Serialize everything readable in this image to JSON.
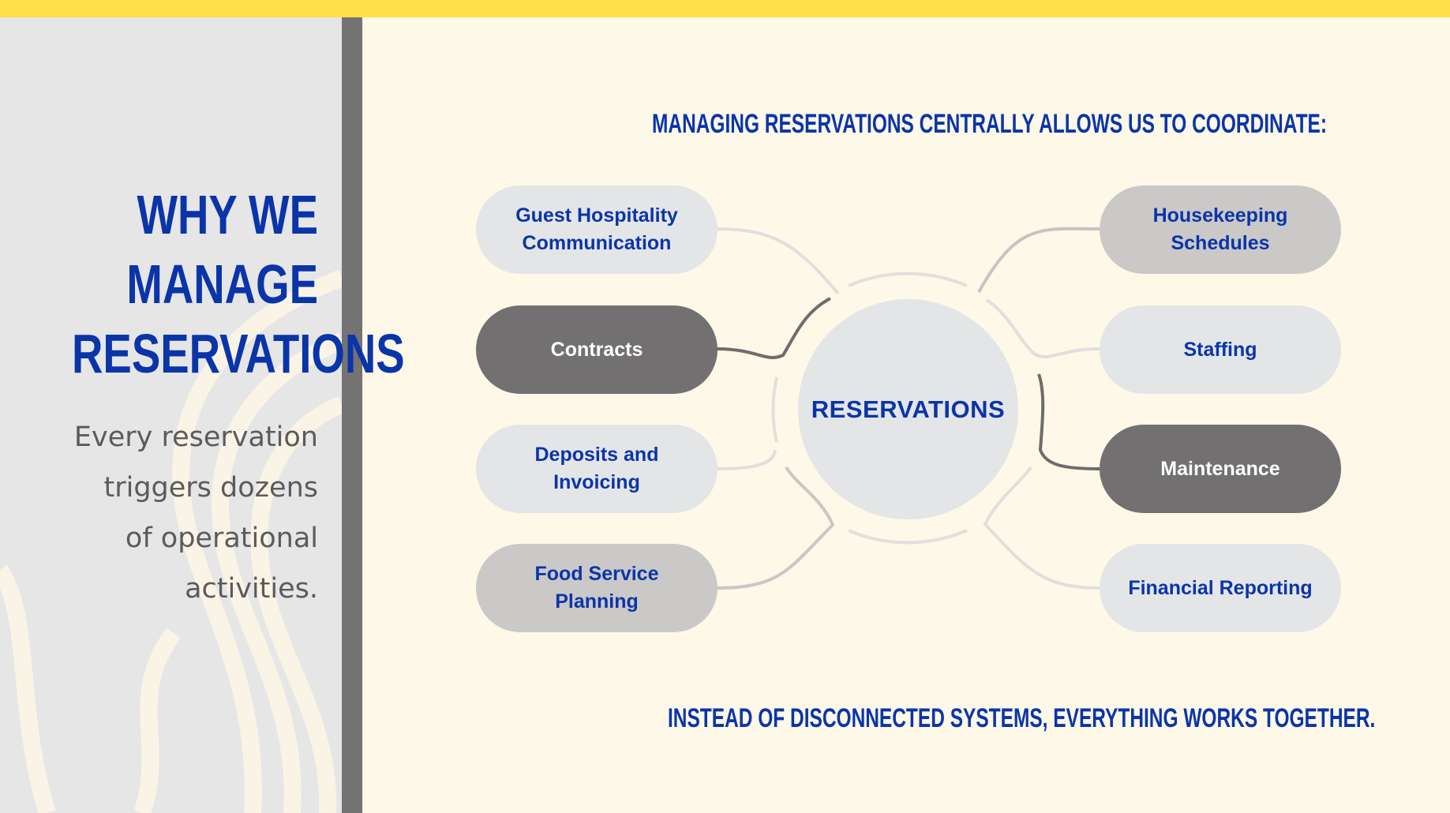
{
  "left": {
    "title_lines": [
      "WHY WE",
      "MANAGE",
      "RESERVATIONS"
    ],
    "body_lines": [
      "Every reservation",
      "triggers dozens",
      "of operational",
      "activities."
    ]
  },
  "headline": "MANAGING RESERVATIONS CENTRALLY ALLOWS US TO COORDINATE:",
  "hub": {
    "label": "RESERVATIONS"
  },
  "nodes_left": [
    {
      "label_lines": [
        "Guest Hospitality",
        "Communication"
      ],
      "style": "light"
    },
    {
      "label_lines": [
        "Contracts"
      ],
      "style": "dark"
    },
    {
      "label_lines": [
        "Deposits and",
        "Invoicing"
      ],
      "style": "light"
    },
    {
      "label_lines": [
        "Food Service",
        "Planning"
      ],
      "style": "mid"
    }
  ],
  "nodes_right": [
    {
      "label_lines": [
        "Housekeeping",
        "Schedules"
      ],
      "style": "mid"
    },
    {
      "label_lines": [
        "Staffing"
      ],
      "style": "light"
    },
    {
      "label_lines": [
        "Maintenance"
      ],
      "style": "dark"
    },
    {
      "label_lines": [
        "Financial Reporting"
      ],
      "style": "light"
    }
  ],
  "footer": "INSTEAD OF DISCONNECTED SYSTEMS, EVERYTHING WORKS TOGETHER.",
  "colors": {
    "accent_blue": "#0a35a8",
    "top_bar_yellow": "#ffe04a",
    "background_cream": "#fdf8e8",
    "panel_gray": "#e6e6e7",
    "dark_gray": "#727070"
  }
}
